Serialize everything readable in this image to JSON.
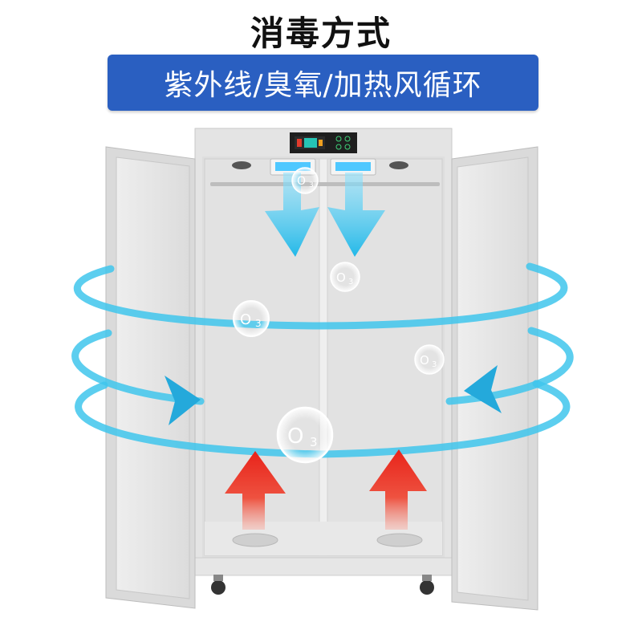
{
  "title": "消毒方式",
  "subtitle": "紫外线/臭氧/加热风循环",
  "ozone_label_letter": "O",
  "ozone_label_sub": "3",
  "colors": {
    "banner": "#2a5fc1",
    "uv_light": "#4fc8ff",
    "airflow": "#3fc5ec",
    "heat_arrow": "#e8231a",
    "cabinet": "#e9e9e9"
  }
}
